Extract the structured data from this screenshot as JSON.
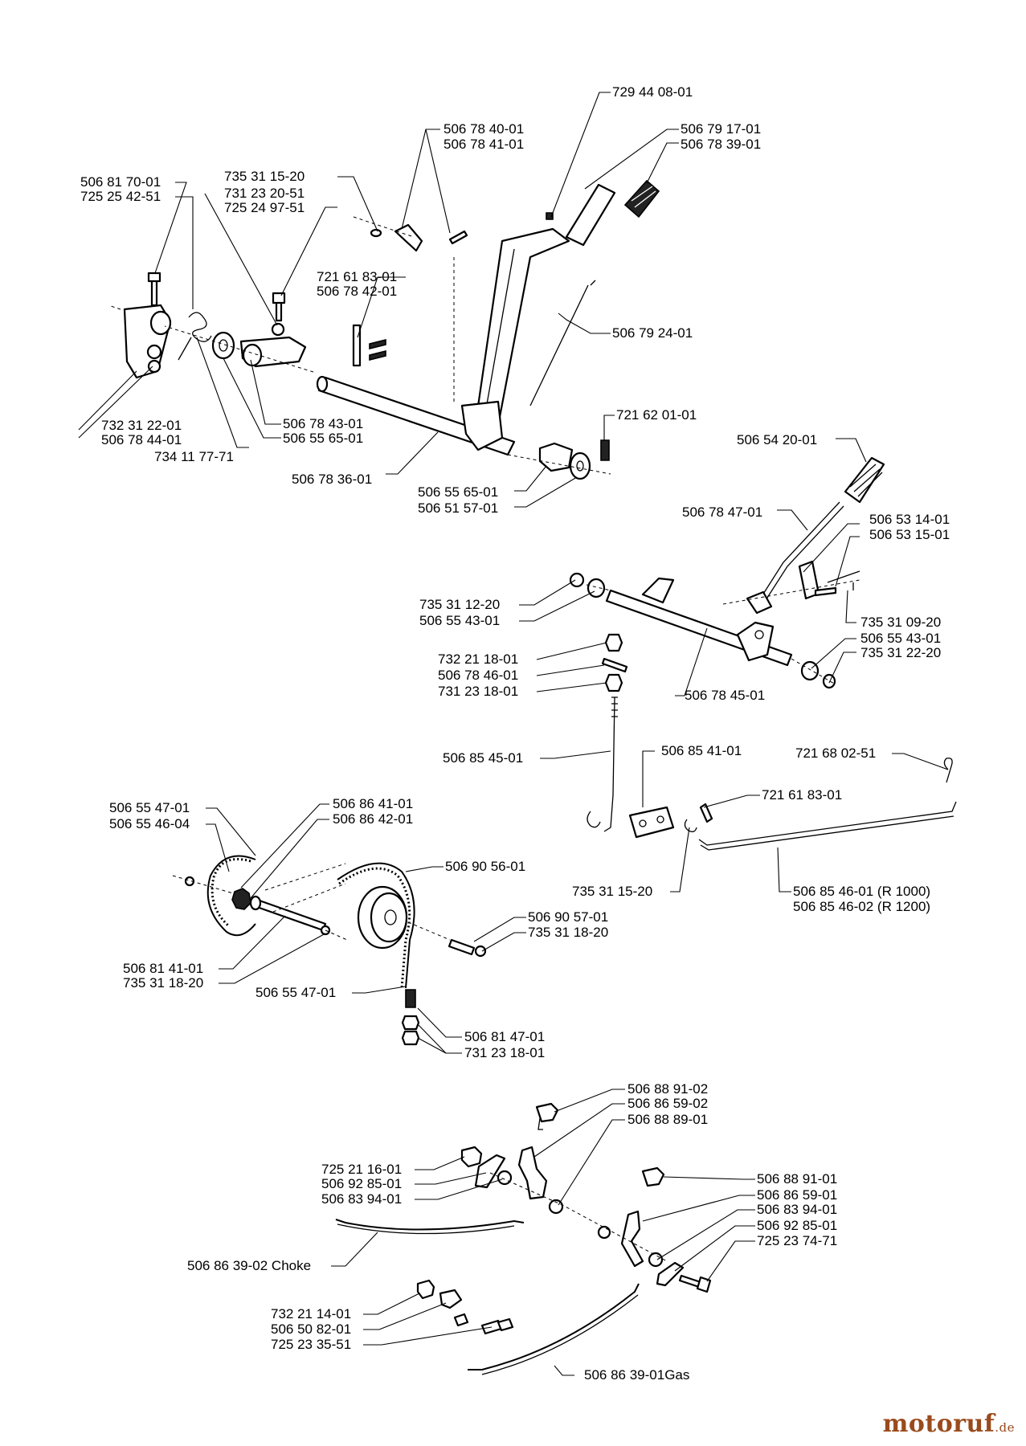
{
  "watermark": {
    "name": "motoruf",
    "suffix": ".de"
  },
  "labels": [
    {
      "text": "729 44 08-01"
    },
    {
      "text": "506 78 40-01"
    },
    {
      "text": "506 78 41-01"
    },
    {
      "text": "506 79 17-01"
    },
    {
      "text": "506 78 39-01"
    },
    {
      "text": "506 81 70-01"
    },
    {
      "text": "725 25 42-51"
    },
    {
      "text": "735 31 15-20"
    },
    {
      "text": "731 23 20-51"
    },
    {
      "text": "725 24 97-51"
    },
    {
      "text": "721 61 83-01"
    },
    {
      "text": "506 78 42-01"
    },
    {
      "text": "506 79 24-01"
    },
    {
      "text": "721 62 01-01"
    },
    {
      "text": "732 31 22-01"
    },
    {
      "text": "506 78 44-01"
    },
    {
      "text": "734 11 77-71"
    },
    {
      "text": "506 78 43-01"
    },
    {
      "text": "506 55 65-01"
    },
    {
      "text": "506 78 36-01"
    },
    {
      "text": "506 55 65-01"
    },
    {
      "text": "506 51 57-01"
    },
    {
      "text": "506 54 20-01"
    },
    {
      "text": "506 78 47-01"
    },
    {
      "text": "506 53 14-01"
    },
    {
      "text": "506 53 15-01"
    },
    {
      "text": "735 31 12-20"
    },
    {
      "text": "506 55 43-01"
    },
    {
      "text": "735 31 09-20"
    },
    {
      "text": "506 55 43-01"
    },
    {
      "text": "735 31 22-20"
    },
    {
      "text": "732 21 18-01"
    },
    {
      "text": "506 78 46-01"
    },
    {
      "text": "731 23 18-01"
    },
    {
      "text": "506 78 45-01"
    },
    {
      "text": "506 85 45-01"
    },
    {
      "text": "506 85 41-01"
    },
    {
      "text": "721 68 02-51"
    },
    {
      "text": "721 61 83-01"
    },
    {
      "text": "506 55 47-01"
    },
    {
      "text": "506 55 46-04"
    },
    {
      "text": "506 86 41-01"
    },
    {
      "text": "506 86 42-01"
    },
    {
      "text": "506 90 56-01"
    },
    {
      "text": "735 31 15-20"
    },
    {
      "text": "506 85 46-01 (R 1000)"
    },
    {
      "text": "506 85 46-02 (R 1200)"
    },
    {
      "text": "506 90 57-01"
    },
    {
      "text": "735 31 18-20"
    },
    {
      "text": "506 81 41-01"
    },
    {
      "text": "735 31 18-20"
    },
    {
      "text": "506 55 47-01"
    },
    {
      "text": "506 81 47-01"
    },
    {
      "text": "731 23 18-01"
    },
    {
      "text": "506 88 91-02"
    },
    {
      "text": "506 86 59-02"
    },
    {
      "text": "506 88 89-01"
    },
    {
      "text": "725 21 16-01"
    },
    {
      "text": "506 92 85-01"
    },
    {
      "text": "506 83 94-01"
    },
    {
      "text": "506 88 91-01"
    },
    {
      "text": "506 86 59-01"
    },
    {
      "text": "506 83 94-01"
    },
    {
      "text": "506 92 85-01"
    },
    {
      "text": "725 23 74-71"
    },
    {
      "text": "506 86 39-02 Choke"
    },
    {
      "text": "732 21 14-01"
    },
    {
      "text": "506 50 82-01"
    },
    {
      "text": "725 23 35-51"
    },
    {
      "text": "506 86 39-01Gas"
    }
  ]
}
